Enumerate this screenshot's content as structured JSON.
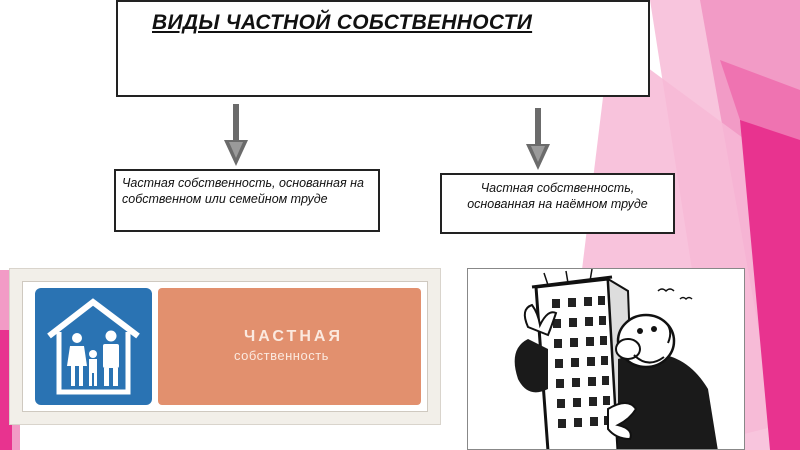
{
  "diagram": {
    "title": "ВИДЫ ЧАСТНОЙ СОБСТВЕННОСТИ",
    "branches": [
      {
        "text": "Частная собственность, основанная на собственном или семейном труде"
      },
      {
        "text": "Частная собственность, основанная на наёмном труде"
      }
    ]
  },
  "sign": {
    "word1": "ЧАСТНАЯ",
    "word2": "собственность",
    "icon": "family-house-icon"
  },
  "cartoon": {
    "icon": "businessman-hugging-building-icon"
  },
  "colors": {
    "accent_pink": "#e8338f",
    "light_pink": "#f6b3d4",
    "arrow_gray": "#6b6b6b",
    "sign_blue": "#2a73b3",
    "sign_orange": "#e2906e"
  }
}
